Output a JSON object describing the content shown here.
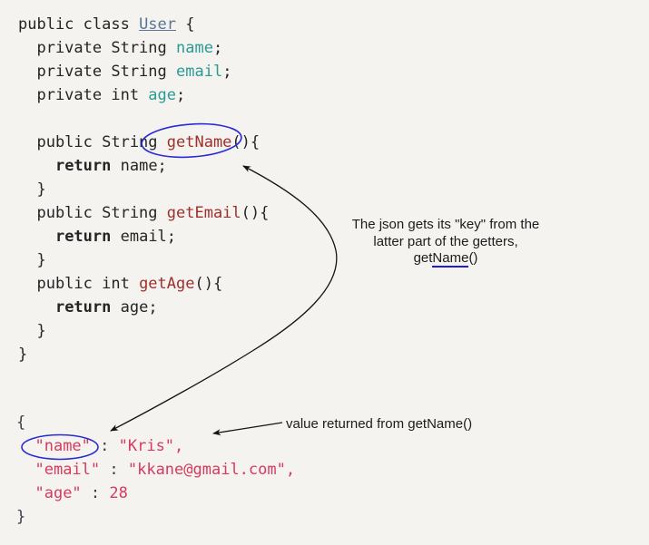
{
  "colors": {
    "bg": "#f4f3f0",
    "code-default": "#252525",
    "cls": "#5a7694",
    "fld": "#2a9a94",
    "mth": "#9e2f2b",
    "json-pink": "#d73a5e",
    "json-dark": "#3c3c46",
    "ellipse": "#2b2bd4",
    "underline": "#1d1dd6",
    "arrow": "#141414",
    "note-text": "#1c1c1c"
  },
  "java_code": {
    "lines": [
      [
        {
          "t": "public class ",
          "c": "pln"
        },
        {
          "t": "User",
          "c": "cls"
        },
        {
          "t": " {",
          "c": "pln"
        }
      ],
      [
        {
          "t": "  private String ",
          "c": "pln"
        },
        {
          "t": "name",
          "c": "fld"
        },
        {
          "t": ";",
          "c": "pln"
        }
      ],
      [
        {
          "t": "  private String ",
          "c": "pln"
        },
        {
          "t": "email",
          "c": "fld"
        },
        {
          "t": ";",
          "c": "pln"
        }
      ],
      [
        {
          "t": "  private int ",
          "c": "pln"
        },
        {
          "t": "age",
          "c": "fld"
        },
        {
          "t": ";",
          "c": "pln"
        }
      ],
      [],
      [
        {
          "t": "  public String ",
          "c": "pln"
        },
        {
          "t": "getName",
          "c": "mth"
        },
        {
          "t": "(){",
          "c": "pln"
        }
      ],
      [
        {
          "t": "    ",
          "c": "pln"
        },
        {
          "t": "return",
          "c": "kwb"
        },
        {
          "t": " name;",
          "c": "pln"
        }
      ],
      [
        {
          "t": "  }",
          "c": "pln"
        }
      ],
      [
        {
          "t": "  public String ",
          "c": "pln"
        },
        {
          "t": "getEmail",
          "c": "mth"
        },
        {
          "t": "(){",
          "c": "pln"
        }
      ],
      [
        {
          "t": "    ",
          "c": "pln"
        },
        {
          "t": "return",
          "c": "kwb"
        },
        {
          "t": " email;",
          "c": "pln"
        }
      ],
      [
        {
          "t": "  }",
          "c": "pln"
        }
      ],
      [
        {
          "t": "  public int ",
          "c": "pln"
        },
        {
          "t": "getAge",
          "c": "mth"
        },
        {
          "t": "(){",
          "c": "pln"
        }
      ],
      [
        {
          "t": "    ",
          "c": "pln"
        },
        {
          "t": "return",
          "c": "kwb"
        },
        {
          "t": " age;",
          "c": "pln"
        }
      ],
      [
        {
          "t": "  }",
          "c": "pln"
        }
      ],
      [
        {
          "t": "}",
          "c": "pln"
        }
      ]
    ]
  },
  "json_code": {
    "lines": [
      [
        {
          "t": "{",
          "c": "jd"
        }
      ],
      [
        {
          "t": "  ",
          "c": "jd"
        },
        {
          "t": "\"name\"",
          "c": "jp"
        },
        {
          "t": " : ",
          "c": "jd"
        },
        {
          "t": "\"Kris\",",
          "c": "jp"
        }
      ],
      [
        {
          "t": "  ",
          "c": "jd"
        },
        {
          "t": "\"email\"",
          "c": "jp"
        },
        {
          "t": " : ",
          "c": "jd"
        },
        {
          "t": "\"kkane@gmail.com\",",
          "c": "jp"
        }
      ],
      [
        {
          "t": "  ",
          "c": "jd"
        },
        {
          "t": "\"age\"",
          "c": "jp"
        },
        {
          "t": " : ",
          "c": "jd"
        },
        {
          "t": "28",
          "c": "jp"
        }
      ],
      [
        {
          "t": "}",
          "c": "jd"
        }
      ]
    ]
  },
  "annotations": {
    "key_note": {
      "line1": "The json gets its \"key\" from the",
      "line2": "latter part of the getters,",
      "line3_prefix": "get",
      "line3_underlined": "Name",
      "line3_suffix": "()"
    },
    "value_note": "value returned from getName()"
  }
}
